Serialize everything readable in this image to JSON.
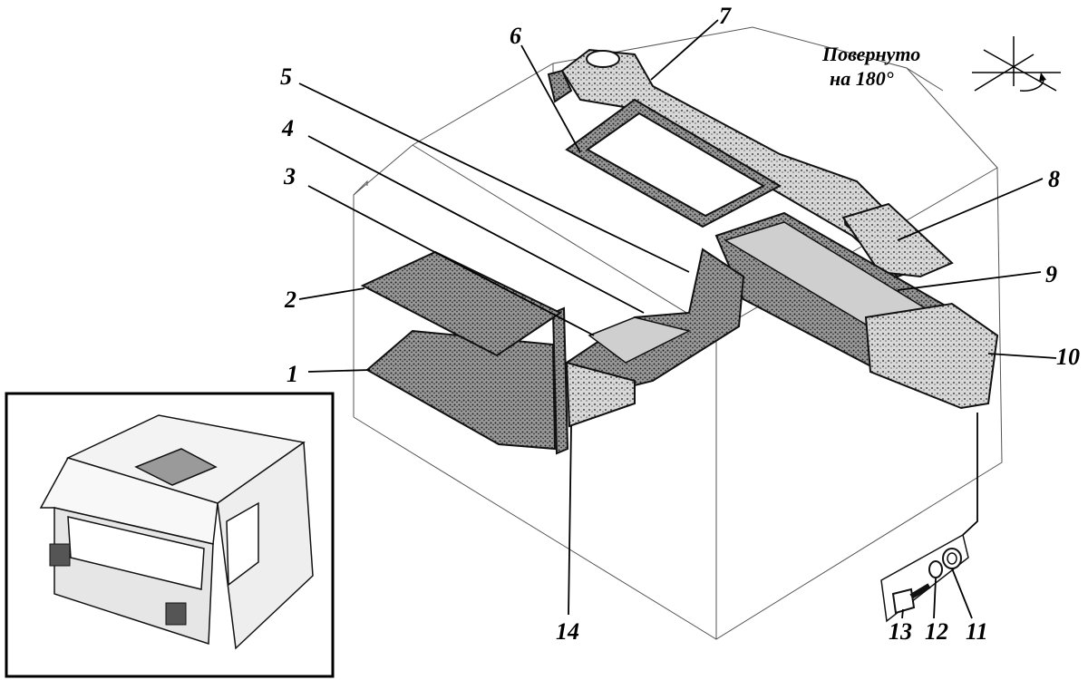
{
  "note": {
    "line1": "Повернуто",
    "line2": "на 180°"
  },
  "callouts": [
    {
      "id": "1",
      "text": "1"
    },
    {
      "id": "2",
      "text": "2"
    },
    {
      "id": "3",
      "text": "3"
    },
    {
      "id": "4",
      "text": "4"
    },
    {
      "id": "5",
      "text": "5"
    },
    {
      "id": "6",
      "text": "6"
    },
    {
      "id": "7",
      "text": "7"
    },
    {
      "id": "8",
      "text": "8"
    },
    {
      "id": "9",
      "text": "9"
    },
    {
      "id": "10",
      "text": "10"
    },
    {
      "id": "11",
      "text": "11"
    },
    {
      "id": "12",
      "text": "12"
    },
    {
      "id": "13",
      "text": "13"
    },
    {
      "id": "14",
      "text": "14"
    }
  ],
  "colors": {
    "ink": "#111111",
    "hatch": "#555555",
    "paper": "#ffffff"
  }
}
